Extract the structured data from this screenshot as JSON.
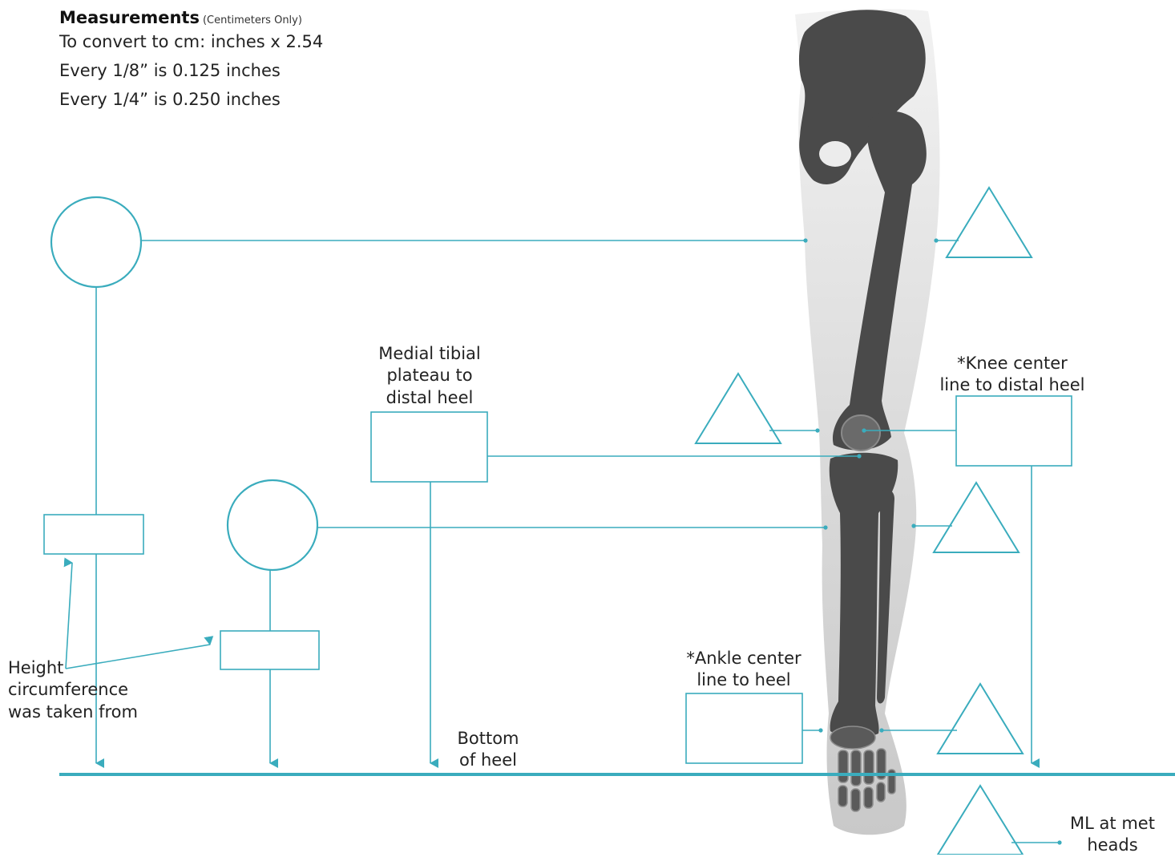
{
  "header": {
    "title": "Measurements",
    "subtitle": "(Centimeters Only)",
    "lines": [
      "To convert to cm: inches x 2.54",
      "Every 1/8” is 0.125 inches",
      "Every 1/4” is 0.250 inches"
    ]
  },
  "labels": {
    "medial_tibial": [
      "Medial tibial",
      "plateau to",
      "distal heel"
    ],
    "knee_center": [
      "*Knee center",
      "line to distal heel"
    ],
    "ankle_center": [
      "*Ankle center",
      "line to heel"
    ],
    "height_circ": [
      "Height",
      "circumference",
      "was taken from"
    ],
    "bottom_heel": [
      "Bottom",
      "of heel"
    ],
    "ml_met": [
      "ML at met",
      "heads"
    ]
  },
  "colors": {
    "accent": "#3aacbd",
    "bone": "#4a4a4a",
    "skin": "#d8d8d8"
  }
}
